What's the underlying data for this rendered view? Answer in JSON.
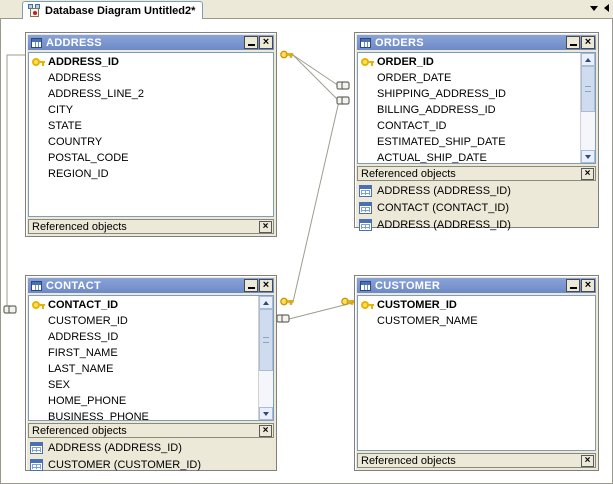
{
  "window": {
    "tab": {
      "label": "Database Diagram Untitled2*",
      "icon": "database-diagram-icon"
    },
    "tabstrip_right": {
      "dropdown_icon": "chevron-down-icon",
      "scroll_icon": "scroll-left-icon"
    }
  },
  "tables": [
    {
      "name": "ADDRESS",
      "icon": "table-icon",
      "minimize_label": "_",
      "close_label": "×",
      "columns": [
        {
          "name": "ADDRESS_ID",
          "pk": true
        },
        {
          "name": "ADDRESS",
          "pk": false
        },
        {
          "name": "ADDRESS_LINE_2",
          "pk": false
        },
        {
          "name": "CITY",
          "pk": false
        },
        {
          "name": "STATE",
          "pk": false
        },
        {
          "name": "COUNTRY",
          "pk": false
        },
        {
          "name": "POSTAL_CODE",
          "pk": false
        },
        {
          "name": "REGION_ID",
          "pk": false
        }
      ],
      "scrollbar": false,
      "referenced_label": "Referenced objects",
      "referenced_close": "×",
      "referenced": []
    },
    {
      "name": "ORDERS",
      "icon": "table-icon",
      "minimize_label": "_",
      "close_label": "×",
      "columns": [
        {
          "name": "ORDER_ID",
          "pk": true
        },
        {
          "name": "ORDER_DATE",
          "pk": false
        },
        {
          "name": "SHIPPING_ADDRESS_ID",
          "pk": false
        },
        {
          "name": "BILLING_ADDRESS_ID",
          "pk": false
        },
        {
          "name": "CONTACT_ID",
          "pk": false
        },
        {
          "name": "ESTIMATED_SHIP_DATE",
          "pk": false
        },
        {
          "name": "ACTUAL_SHIP_DATE",
          "pk": false
        }
      ],
      "scrollbar": true,
      "referenced_label": "Referenced objects",
      "referenced_close": "×",
      "referenced": [
        "ADDRESS (ADDRESS_ID)",
        "CONTACT (CONTACT_ID)",
        "ADDRESS (ADDRESS_ID)"
      ]
    },
    {
      "name": "CONTACT",
      "icon": "table-icon",
      "minimize_label": "_",
      "close_label": "×",
      "columns": [
        {
          "name": "CONTACT_ID",
          "pk": true
        },
        {
          "name": "CUSTOMER_ID",
          "pk": false
        },
        {
          "name": "ADDRESS_ID",
          "pk": false
        },
        {
          "name": "FIRST_NAME",
          "pk": false
        },
        {
          "name": "LAST_NAME",
          "pk": false
        },
        {
          "name": "SEX",
          "pk": false
        },
        {
          "name": "HOME_PHONE",
          "pk": false
        },
        {
          "name": "BUSINESS_PHONE",
          "pk": false
        }
      ],
      "scrollbar": true,
      "referenced_label": "Referenced objects",
      "referenced_close": "×",
      "referenced": [
        "ADDRESS (ADDRESS_ID)",
        "CUSTOMER (CUSTOMER_ID)"
      ]
    },
    {
      "name": "CUSTOMER",
      "icon": "table-icon",
      "minimize_label": "_",
      "close_label": "×",
      "columns": [
        {
          "name": "CUSTOMER_ID",
          "pk": true
        },
        {
          "name": "CUSTOMER_NAME",
          "pk": false
        }
      ],
      "scrollbar": false,
      "referenced_label": "Referenced objects",
      "referenced_close": "×",
      "referenced": []
    }
  ],
  "relationships": [
    {
      "from": "ADDRESS.ADDRESS_ID",
      "to": "ORDERS.SHIPPING_ADDRESS_ID"
    },
    {
      "from": "ADDRESS.ADDRESS_ID",
      "to": "ORDERS.BILLING_ADDRESS_ID"
    },
    {
      "from": "CONTACT.CONTACT_ID",
      "to": "ORDERS.CONTACT_ID"
    },
    {
      "from": "CUSTOMER.CUSTOMER_ID",
      "to": "CONTACT.CUSTOMER_ID"
    },
    {
      "from": "ADDRESS.ADDRESS_ID",
      "to": "CONTACT.ADDRESS_ID"
    }
  ],
  "colors": {
    "title_bar": "#7b96d0",
    "window_face": "#ece9d8",
    "canvas": "#ffffff",
    "key_icon": "#ffe05a",
    "link_line": "#9d9d8f"
  }
}
